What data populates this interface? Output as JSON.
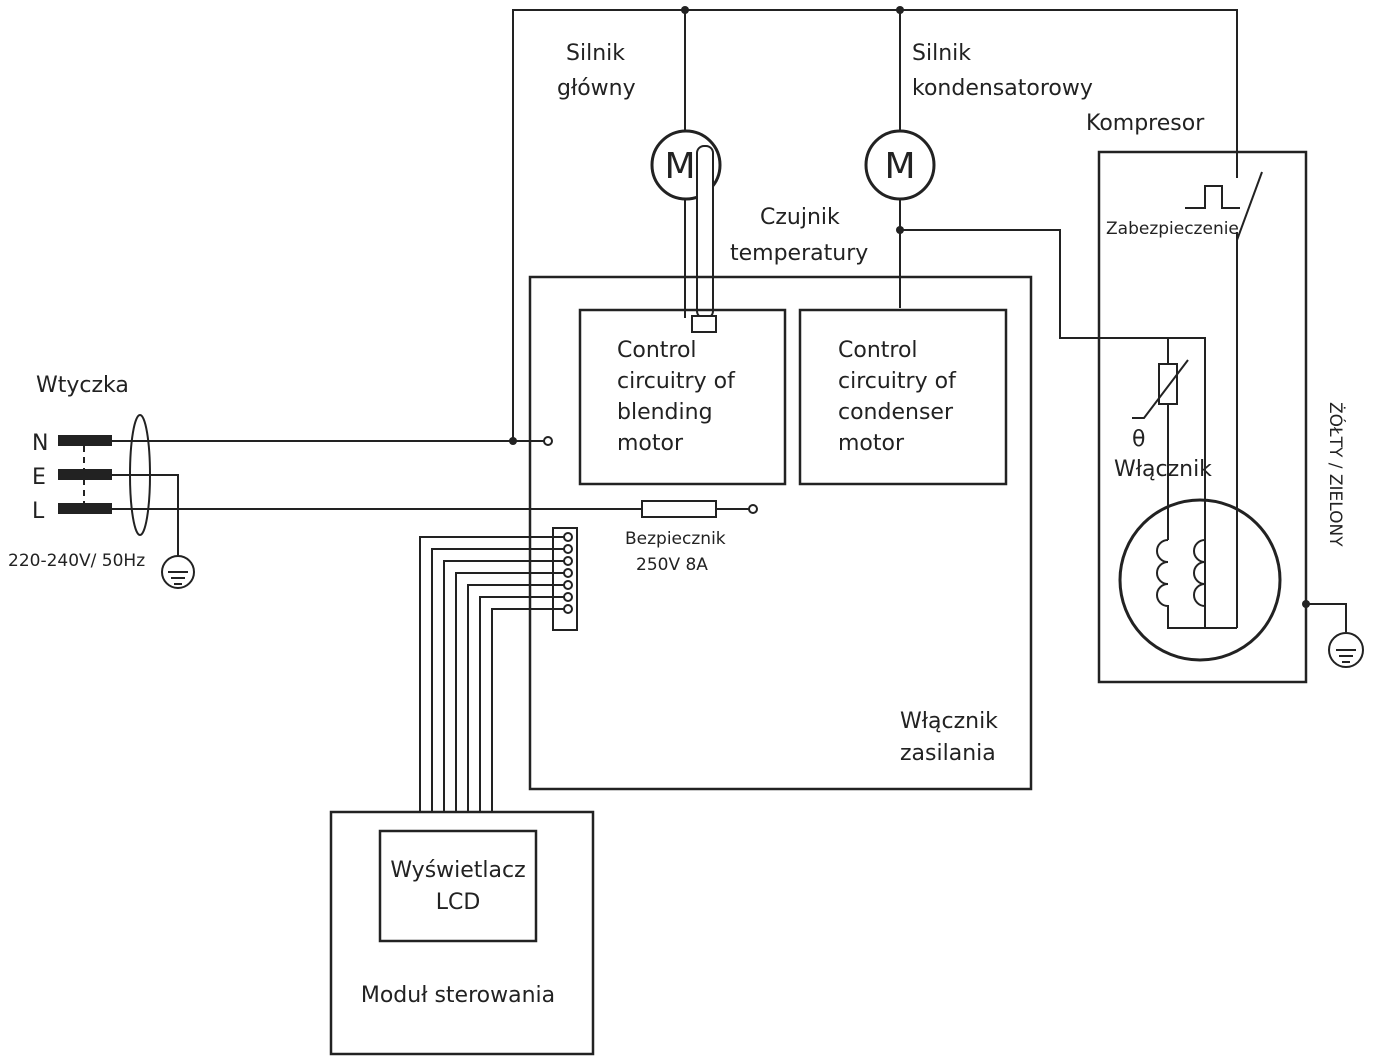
{
  "labels": {
    "silnik_glowny_1": "Silnik",
    "silnik_glowny_2": "główny",
    "silnik_kond_1": "Silnik",
    "silnik_kond_2": "kondensatorowy",
    "kompresor": "Kompresor",
    "czujnik_1": "Czujnik",
    "czujnik_2": "temperatury",
    "zabezpieczenie": "Zabezpieczenie",
    "theta": "θ",
    "wlacznik": "Włącznik",
    "wtyczka": "Wtyczka",
    "pin_n": "N",
    "pin_e": "E",
    "pin_l": "L",
    "voltage": "220-240V/ 50Hz",
    "bezpiecznik": "Bezpiecznik",
    "bezpiecznik_rating": "250V   8A",
    "wlacznik_zasilania_1": "Włącznik",
    "wlacznik_zasilania_2": "zasilania",
    "zolty_zielony": "ŻÓŁTY / ZIELONY",
    "motor_symbol": "M"
  },
  "blending_box": [
    "Control",
    "circuitry of",
    "blending",
    "motor"
  ],
  "condenser_box": [
    "Control",
    "circuitry of",
    "condenser",
    "motor"
  ],
  "lcd": [
    "Wyświetlacz",
    "LCD"
  ],
  "control_module": "Moduł sterowania"
}
